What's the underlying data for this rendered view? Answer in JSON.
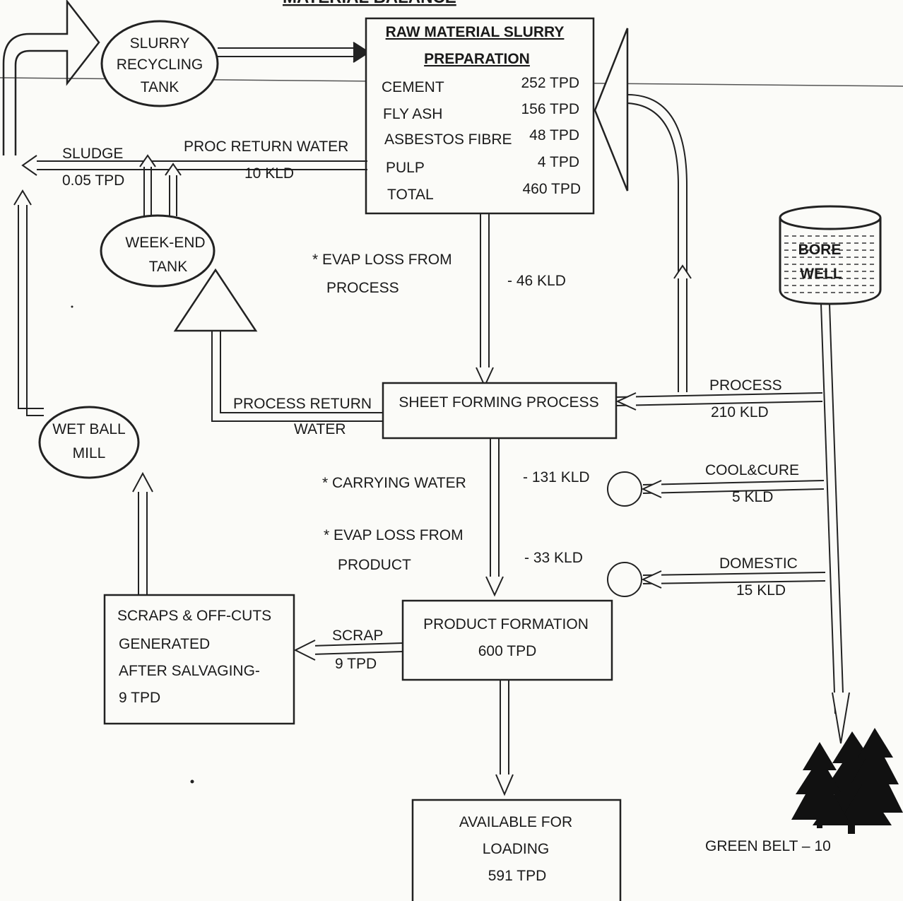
{
  "page": {
    "title_partial": "MATERIAL BALANCE"
  },
  "nodes": {
    "slurry_recycling_tank": [
      "SLURRY",
      "RECYCLING",
      "TANK"
    ],
    "week_end_tank": [
      "WEEK-END",
      "TANK"
    ],
    "wet_ball_mill": [
      "WET BALL",
      "MILL"
    ],
    "bore_well": [
      "BORE",
      "WELL"
    ],
    "raw_material": {
      "title": [
        "RAW MATERIAL SLURRY",
        "PREPARATION"
      ],
      "items": [
        {
          "name": "CEMENT",
          "value": "252 TPD"
        },
        {
          "name": "FLY ASH",
          "value": "156 TPD"
        },
        {
          "name": "ASBESTOS FIBRE",
          "value": "48 TPD"
        },
        {
          "name": "PULP",
          "value": "4 TPD"
        },
        {
          "name": "TOTAL",
          "value": "460 TPD"
        }
      ]
    },
    "sheet_forming": "SHEET FORMING PROCESS",
    "product_formation": [
      "PRODUCT FORMATION",
      "600 TPD"
    ],
    "scraps": [
      "SCRAPS & OFF-CUTS",
      "GENERATED",
      "AFTER SALVAGING-",
      "9 TPD"
    ],
    "available": [
      "AVAILABLE FOR",
      "LOADING",
      "591 TPD"
    ],
    "green_belt": "GREEN BELT – 10"
  },
  "flows": {
    "sludge": [
      "SLUDGE",
      "0.05 TPD"
    ],
    "proc_return": [
      "PROC RETURN WATER",
      "10 KLD"
    ],
    "evap_process": [
      "* EVAP LOSS FROM",
      "PROCESS"
    ],
    "evap_process_value": "-  46 KLD",
    "process_return_water": [
      "PROCESS RETURN",
      "WATER"
    ],
    "process": [
      "PROCESS",
      "210 KLD"
    ],
    "carrying_water": "* CARRYING WATER",
    "carrying_water_value": "- 131 KLD",
    "cool_cure": [
      "COOL&CURE",
      "5 KLD"
    ],
    "evap_product": [
      "* EVAP LOSS FROM",
      "PRODUCT"
    ],
    "evap_product_value": "-  33 KLD",
    "domestic": [
      "DOMESTIC",
      "15 KLD"
    ],
    "scrap": [
      "SCRAP",
      "9 TPD"
    ]
  }
}
